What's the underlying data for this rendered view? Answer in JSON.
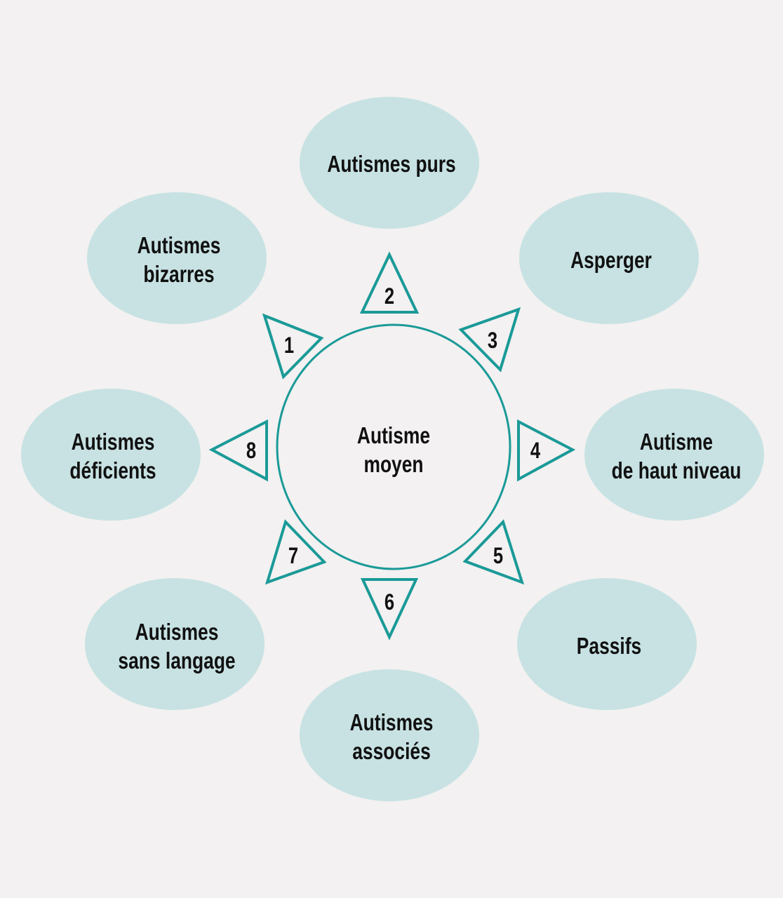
{
  "colors": {
    "background": "#f3f1f1",
    "node_fill": "#c8e2e3",
    "accent": "#1a9a98",
    "text": "#111111"
  },
  "center": {
    "lines": [
      "Autisme",
      "moyen"
    ]
  },
  "nodes": [
    {
      "lines": [
        "Autismes purs"
      ]
    },
    {
      "lines": [
        "Asperger"
      ]
    },
    {
      "lines": [
        "Autisme",
        "de haut niveau"
      ]
    },
    {
      "lines": [
        "Passifs"
      ]
    },
    {
      "lines": [
        "Autismes",
        "associés"
      ]
    },
    {
      "lines": [
        "Autismes",
        "sans langage"
      ]
    },
    {
      "lines": [
        "Autismes",
        "déficients"
      ]
    },
    {
      "lines": [
        "Autismes",
        "bizarres"
      ]
    }
  ],
  "arrows": [
    "1",
    "2",
    "3",
    "4",
    "5",
    "6",
    "7",
    "8"
  ]
}
